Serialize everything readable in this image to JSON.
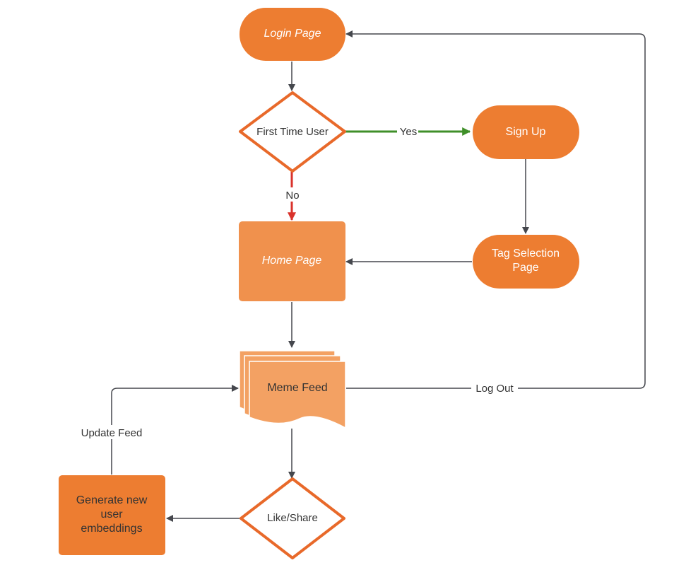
{
  "nodes": {
    "login": "Login Page",
    "first_time": "First Time User",
    "sign_up": "Sign Up",
    "tag_selection_1": "Tag Selection",
    "tag_selection_2": "Page",
    "home": "Home Page",
    "meme_feed": "Meme Feed",
    "like_share": "Like/Share",
    "generate_1": "Generate new",
    "generate_2": "user",
    "generate_3": "embeddings"
  },
  "edges": {
    "yes": "Yes",
    "no": "No",
    "log_out": "Log Out",
    "update_feed": "Update Feed"
  },
  "colors": {
    "orange": "#ed7d31",
    "orange_light": "#f0914d",
    "orange_paper": "#f3a163",
    "diamond_border": "#e8692a",
    "line": "#45474d",
    "yes_green": "#3f8f29",
    "no_red": "#d9322b"
  }
}
